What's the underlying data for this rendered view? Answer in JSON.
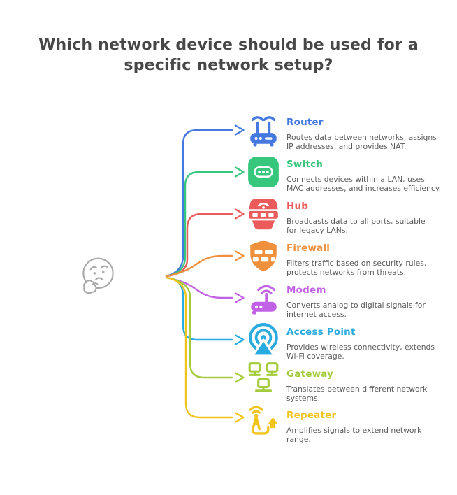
{
  "title": "Which network device should be used for a specific network setup?",
  "title_lines": [
    "Which network device should be used for a",
    "specific network setup?"
  ],
  "center": {
    "icon": "thinking-face-icon",
    "color": "#a8a8a8"
  },
  "colors": {
    "title": "#474747",
    "description": "#5a5a5a",
    "background": "#ffffff"
  },
  "items": [
    {
      "id": "router",
      "label": "Router",
      "color": "#4679df",
      "icon": "router-icon",
      "desc": [
        "Routes data between networks, assigns",
        "IP addresses, and provides NAT."
      ]
    },
    {
      "id": "switch",
      "label": "Switch",
      "color": "#36c77d",
      "icon": "switch-icon",
      "desc": [
        "Connects devices within a LAN, uses",
        "MAC addresses, and increases efficiency."
      ]
    },
    {
      "id": "hub",
      "label": "Hub",
      "color": "#eb5b5b",
      "icon": "hub-icon",
      "desc": [
        "Broadcasts data to all ports, suitable",
        "for legacy LANs."
      ]
    },
    {
      "id": "firewall",
      "label": "Firewall",
      "color": "#ef913c",
      "icon": "firewall-icon",
      "desc": [
        "Filters traffic based on security rules,",
        "protects networks from threats."
      ]
    },
    {
      "id": "modem",
      "label": "Modem",
      "color": "#c162e6",
      "icon": "modem-icon",
      "desc": [
        "Converts analog to digital signals for",
        "internet access."
      ]
    },
    {
      "id": "access-point",
      "label": "Access Point",
      "color": "#29abe2",
      "icon": "access-point-icon",
      "desc": [
        "Provides wireless connectivity, extends",
        "Wi-Fi coverage."
      ]
    },
    {
      "id": "gateway",
      "label": "Gateway",
      "color": "#a3cb3b",
      "icon": "gateway-icon",
      "desc": [
        "Translates between different network",
        "systems."
      ]
    },
    {
      "id": "repeater",
      "label": "Repeater",
      "color": "#f0c419",
      "icon": "repeater-icon",
      "desc": [
        "Amplifies signals to extend network",
        "range."
      ]
    }
  ]
}
